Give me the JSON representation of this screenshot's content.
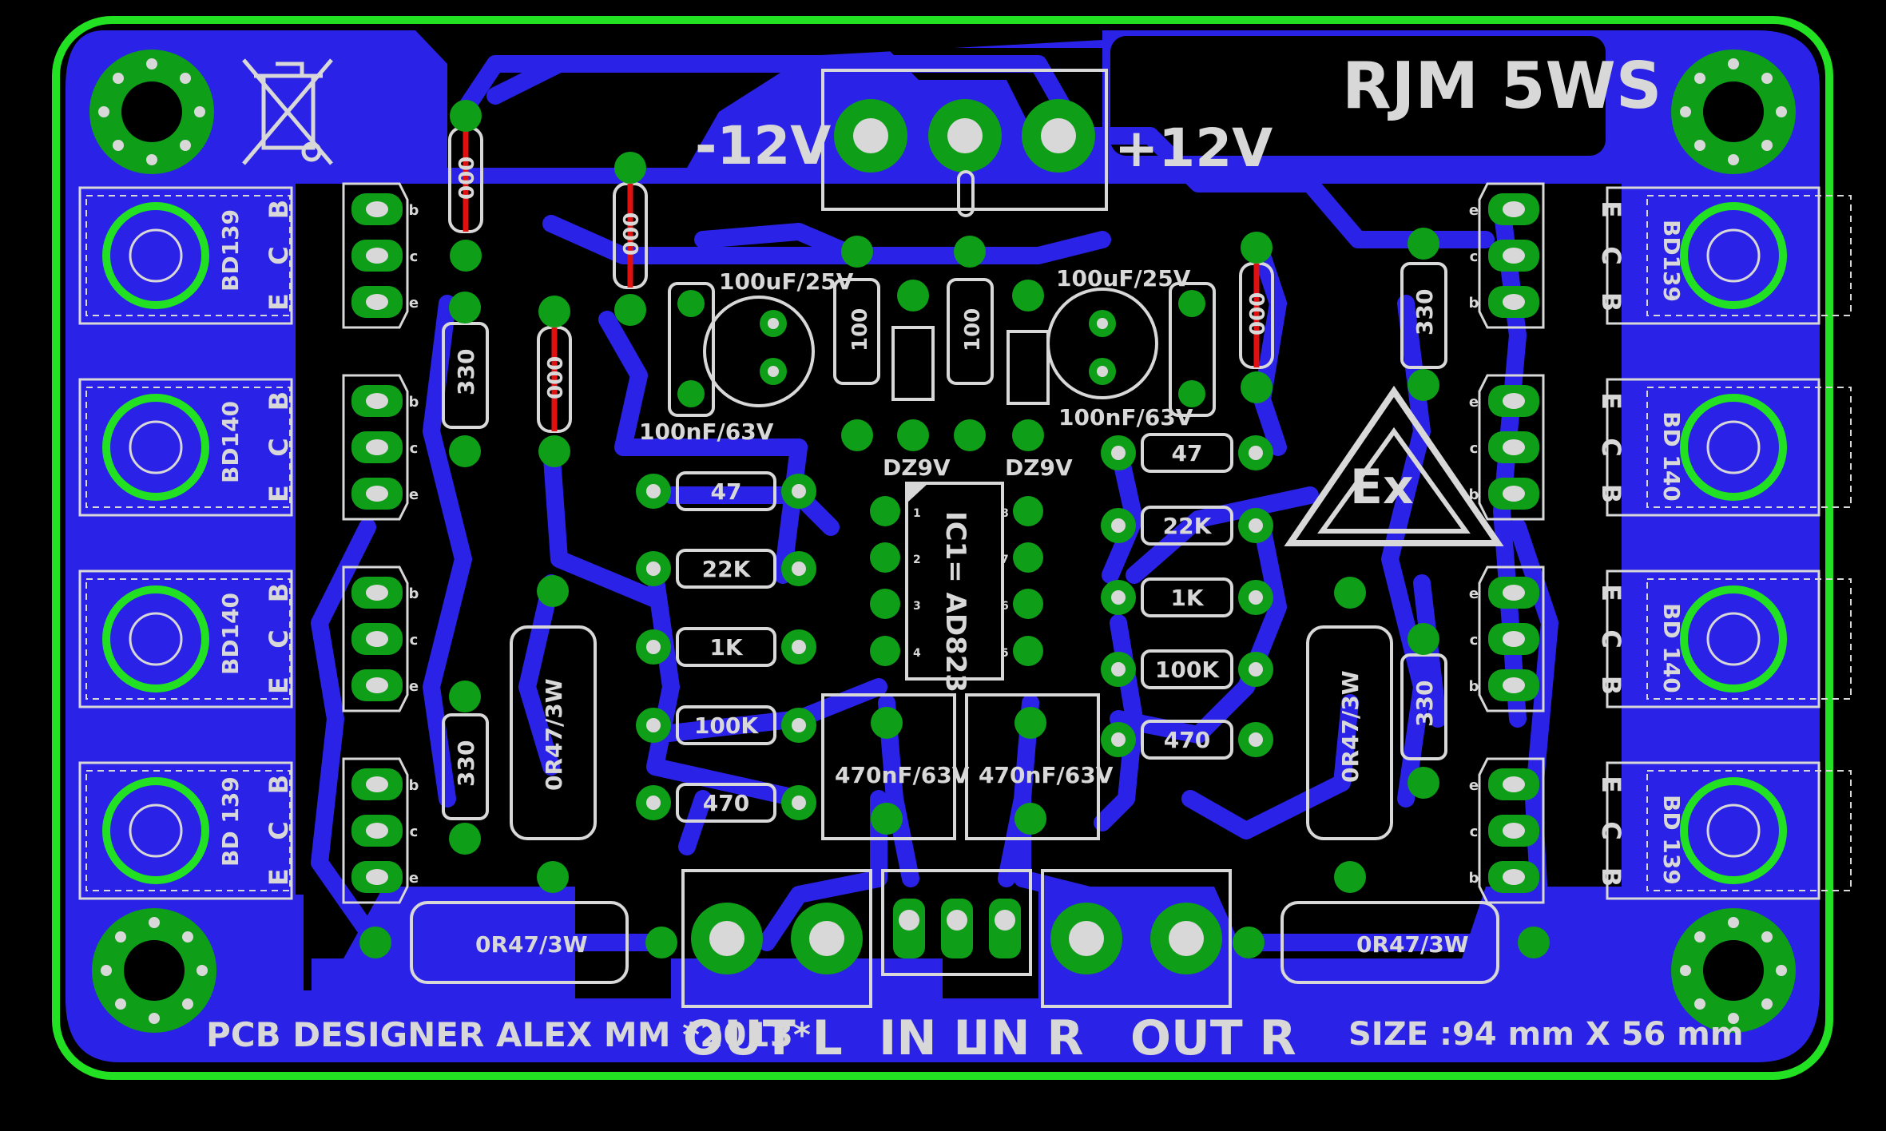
{
  "board": {
    "title": "RJM 5WS",
    "footer_left": "PCB DESIGNER ALEX MM *2013*",
    "size": "SIZE :94 mm X 56 mm",
    "colors": {
      "background": "#000000",
      "copper": "#2a22e6",
      "outline": "#22e022",
      "pad": "#0f9e17",
      "silkscreen": "#d8d8d8",
      "jumper": "#e01010"
    }
  },
  "connectors": {
    "power_neg": "-12V",
    "power_pos": "+12V",
    "out_l": "OUT L",
    "in_l": "IN L",
    "in_r": "IN R",
    "out_r": "OUT R"
  },
  "ic": {
    "label": "IC1= AD823",
    "pins_left": [
      "1",
      "2",
      "3",
      "4"
    ],
    "pins_right": [
      "8",
      "7",
      "6",
      "5"
    ]
  },
  "transistors": {
    "left": [
      "BD139",
      "BD140",
      "BD140",
      "BD 139"
    ],
    "right": [
      "BD139",
      "BD 140",
      "BD 140",
      "BD 139"
    ],
    "pin_letters": [
      "B",
      "C",
      "E"
    ],
    "pin_letters_small": [
      "b",
      "c",
      "e"
    ]
  },
  "components": {
    "cap_left": "100uF/25V",
    "cap_right": "100uF/25V",
    "cap_small_left": "100nF/63V",
    "cap_small_right": "100nF/63V",
    "zener_left": "DZ9V",
    "zener_right": "DZ9V",
    "r_100_a": "100",
    "r_100_b": "100",
    "jumper": "000",
    "r330": "330",
    "left_resistors": [
      "47",
      "22K",
      "1K",
      "100K",
      "470"
    ],
    "right_resistors": [
      "47",
      "22K",
      "1K",
      "100K",
      "470"
    ],
    "film_cap_l": "470nF/63V",
    "film_cap_r": "470nF/63V",
    "power_res": "0R47/3W",
    "power_res_out": "0R47/3W"
  }
}
